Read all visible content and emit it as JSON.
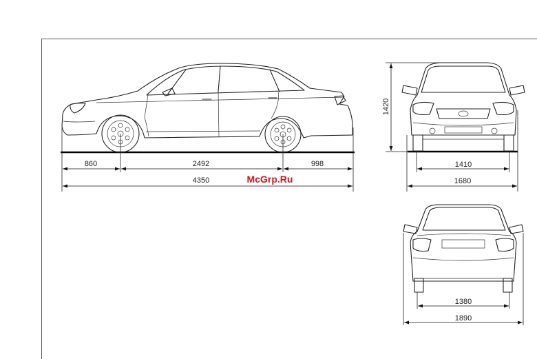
{
  "watermark": "McGrp.Ru",
  "side_view": {
    "front_overhang": "860",
    "wheelbase": "2492",
    "rear_overhang": "998",
    "overall_length": "4350"
  },
  "front_view": {
    "height": "1420",
    "front_track": "1410",
    "width": "1680"
  },
  "rear_view": {
    "rear_track": "1380",
    "width_with_mirrors": "1890"
  }
}
